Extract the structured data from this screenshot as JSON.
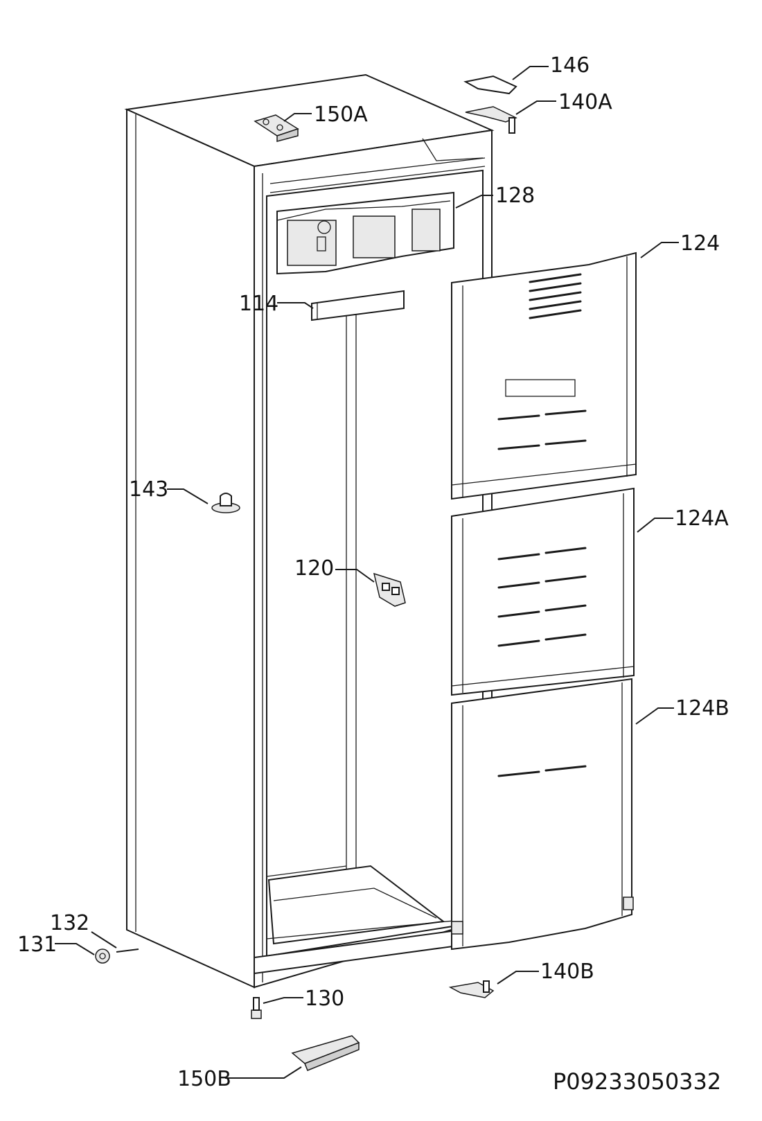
{
  "diagram": {
    "drawing_code": "P09233050332",
    "part_labels": {
      "p146": "146",
      "p140A": "140A",
      "p150A": "150A",
      "p128": "128",
      "p124": "124",
      "p114": "114",
      "p143": "143",
      "p124A": "124A",
      "p120": "120",
      "p124B": "124B",
      "p132": "132",
      "p131": "131",
      "p140B": "140B",
      "p130": "130",
      "p150B": "150B"
    }
  }
}
